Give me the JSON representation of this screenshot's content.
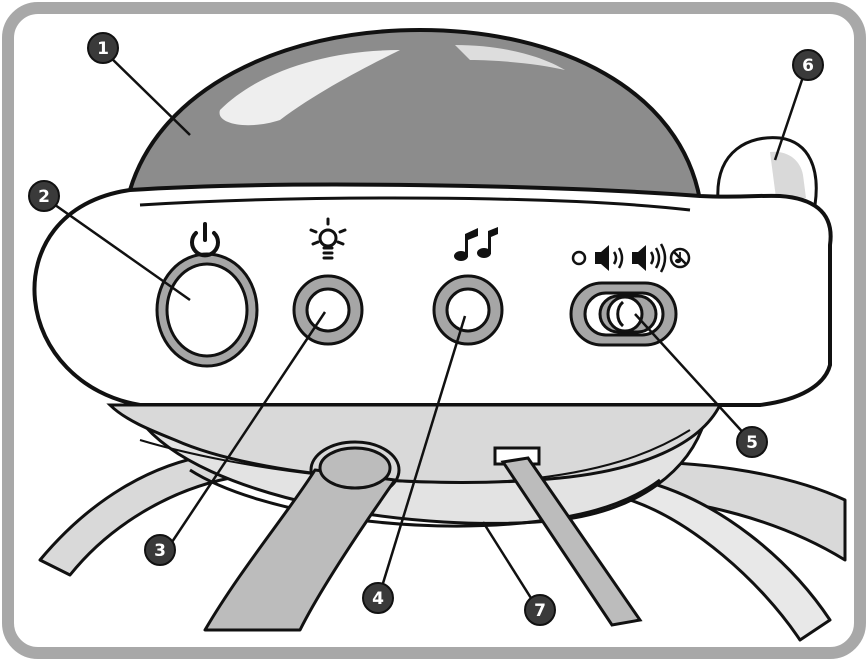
{
  "colors": {
    "frame": "#a8a8a8",
    "outline": "#111111",
    "dome": "#8c8c8c",
    "light_gray": "#d9d9d9",
    "mid_gray": "#bcbcbc",
    "button_ring": "#a6a6a6",
    "white": "#ffffff",
    "callout_fill": "#3a3a3a"
  },
  "icons": {
    "power": "power-icon",
    "light": "light-bulb-icon",
    "music": "music-notes-icon",
    "volume_off": "off-circle-icon",
    "volume_low": "volume-low-icon",
    "volume_high": "volume-high-icon",
    "sound_off": "no-music-icon"
  },
  "callouts": [
    {
      "number": "1",
      "target": "dome"
    },
    {
      "number": "2",
      "target": "power-button"
    },
    {
      "number": "3",
      "target": "light-button"
    },
    {
      "number": "4",
      "target": "music-button"
    },
    {
      "number": "5",
      "target": "volume-slider"
    },
    {
      "number": "6",
      "target": "side-knob"
    },
    {
      "number": "7",
      "target": "base"
    }
  ]
}
